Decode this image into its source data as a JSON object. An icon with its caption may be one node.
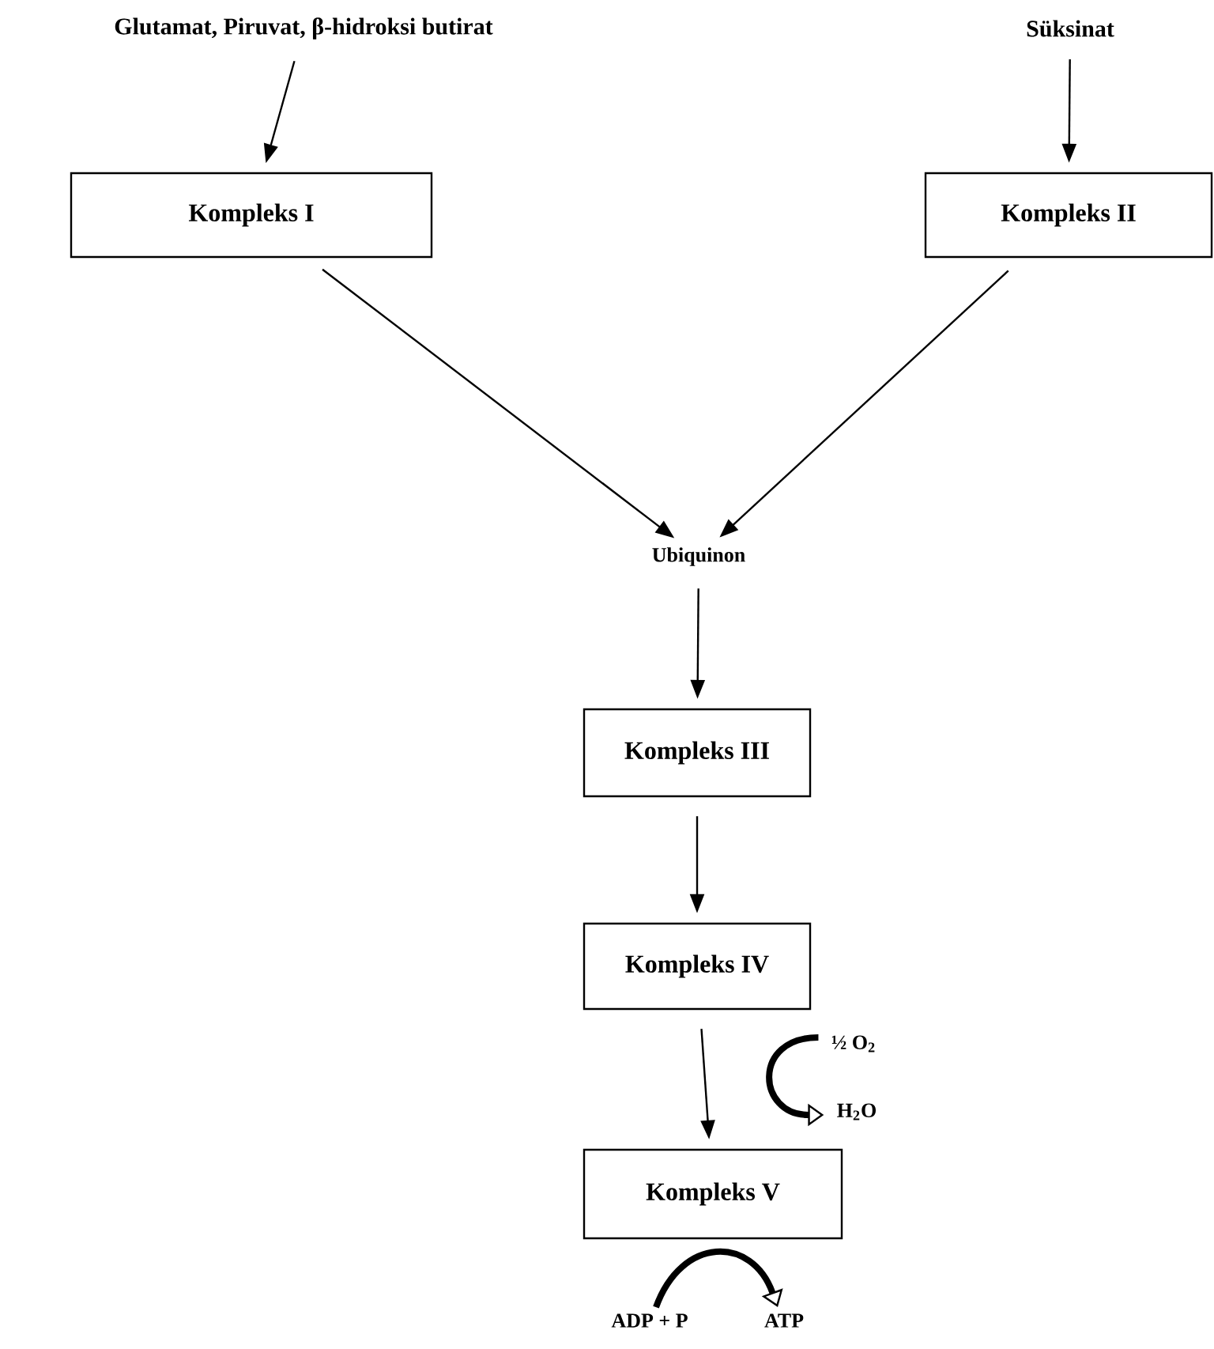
{
  "diagram": {
    "nodes": [
      {
        "text": [
          "Glutamat, Piruvat, β-hidroksi butirat"
        ]
      },
      {
        "text": [
          "Süksinat"
        ]
      },
      {
        "text": [
          "Kompleks I"
        ]
      },
      {
        "text": [
          "Kompleks II"
        ]
      },
      {
        "text": [
          "Ubiquinon"
        ]
      },
      {
        "text": [
          "Kompleks III"
        ]
      },
      {
        "text": [
          "Kompleks IV"
        ]
      },
      {
        "text": [
          "Kompleks V"
        ]
      },
      {
        "text": [
          "½ O$_{2}$"
        ]
      },
      {
        "text": [
          "H$_{2}$O"
        ]
      },
      {
        "text": [
          "ADP + P"
        ]
      },
      {
        "text": [
          "ATP"
        ]
      }
    ],
    "edges": [
      {
        "from": 0,
        "to": 2,
        "arrow": "to"
      },
      {
        "from": 1,
        "to": 3,
        "arrow": "to"
      },
      {
        "from": 2,
        "to": 4,
        "arrow": "to"
      },
      {
        "from": 3,
        "to": 4,
        "arrow": "to"
      },
      {
        "from": 4,
        "to": 5,
        "arrow": "to"
      },
      {
        "from": 5,
        "to": 6,
        "arrow": "to"
      },
      {
        "from": 6,
        "to": 7,
        "arrow": "to"
      },
      {
        "from": 8,
        "to": 9,
        "arrow": "to",
        "style": "thick"
      },
      {
        "from": 10,
        "to": 11,
        "arrow": "to",
        "style": "thick"
      }
    ]
  }
}
